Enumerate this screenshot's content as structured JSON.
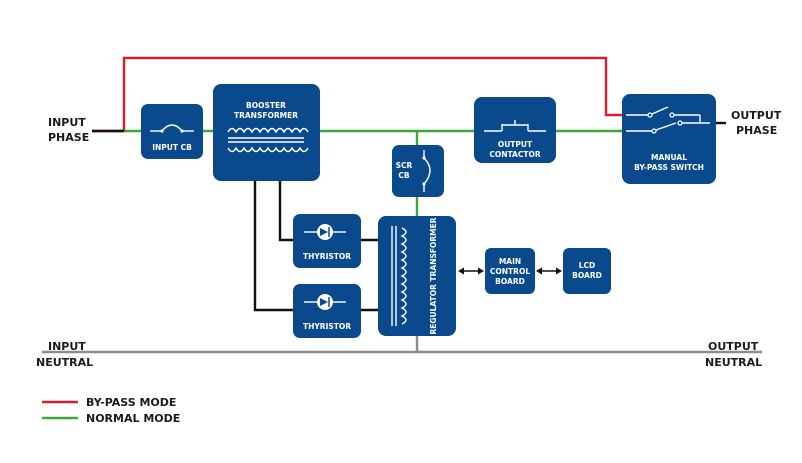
{
  "colors": {
    "block": "#0a4a8c",
    "bypass_line": "#d81e2a",
    "normal_line": "#3aa838",
    "control_line": "#111111",
    "neutral_line": "#8c8c8c"
  },
  "labels": {
    "input_phase": [
      "INPUT",
      "PHASE"
    ],
    "output_phase": [
      "OUTPUT",
      "PHASE"
    ],
    "input_neutral": [
      "INPUT",
      "NEUTRAL"
    ],
    "output_neutral": [
      "OUTPUT",
      "NEUTRAL"
    ]
  },
  "blocks": {
    "input_cb": "INPUT CB",
    "booster_transformer": [
      "BOOSTER",
      "TRANSFORMER"
    ],
    "scr_cb": [
      "SCR",
      "CB"
    ],
    "output_contactor": [
      "OUTPUT",
      "CONTACTOR"
    ],
    "manual_bypass_switch": [
      "MANUAL",
      "BY-PASS SWITCH"
    ],
    "thyristor_top": "THYRISTOR",
    "thyristor_bottom": "THYRISTOR",
    "regulator_transformer": "REGULATOR TRANSFORMER",
    "main_control_board": [
      "MAIN",
      "CONTROL",
      "BOARD"
    ],
    "lcd_board": [
      "LCD",
      "BOARD"
    ]
  },
  "legend": {
    "bypass_mode": "BY-PASS MODE",
    "normal_mode": "NORMAL MODE"
  },
  "icons": {
    "arrow_left_right": "left-right-arrow-icon"
  }
}
